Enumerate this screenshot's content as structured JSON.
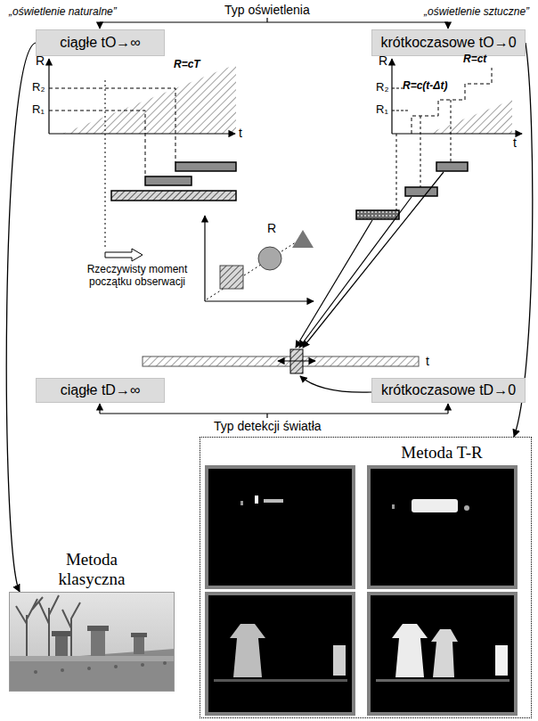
{
  "diagram": {
    "nodes": [
      {
        "text": [
          "ciągłe tO→∞"
        ]
      },
      {
        "text": [
          "krótkoczasowe tO→0"
        ]
      },
      {
        "text": [
          "ciągłe tD→∞"
        ]
      },
      {
        "text": [
          "krótkoczasowe tD→0"
        ]
      },
      {
        "text": [
          "Metoda klasyczna"
        ]
      },
      {
        "text": [
          "Metoda T-R"
        ]
      }
    ],
    "edges": [
      {
        "from": 0,
        "to": 4,
        "arrow": "to"
      },
      {
        "from": 1,
        "to": 5,
        "arrow": "to"
      }
    ],
    "labels": [
      "Typ oświetlenia",
      "„oświetlenie naturalne”",
      "„oświetlenie sztuczne”",
      "R",
      "R₂",
      "R₁",
      "R=cT",
      "t",
      "Rzeczywisty moment początku obserwacji",
      "R",
      "R=ct",
      "R₂",
      "R₁",
      "R=c(t-Δt)",
      "t",
      "R",
      "t",
      "Typ detekcji światła"
    ]
  }
}
